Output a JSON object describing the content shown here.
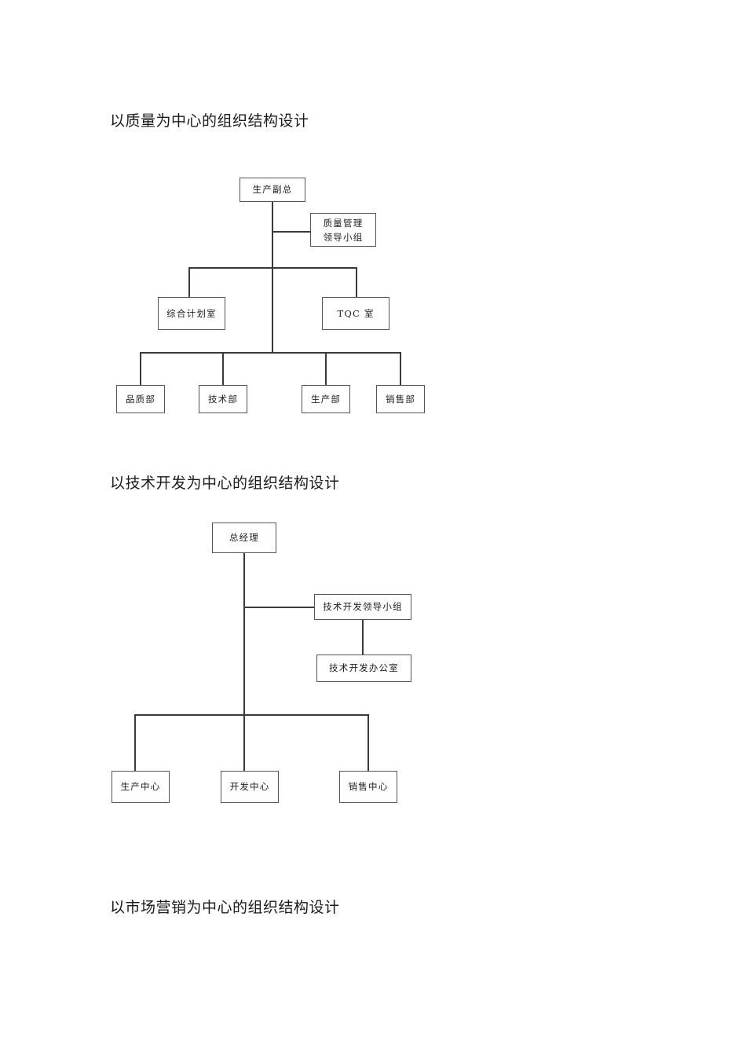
{
  "document": {
    "background": "#ffffff",
    "line_color": "#3a3a3a",
    "box_border_color": "#555555",
    "text_color": "#1c1c1c"
  },
  "sections": [
    {
      "title": "以质量为中心的组织结构设计",
      "chart_data": {
        "type": "diagram",
        "title": "以质量为中心的组织结构设计",
        "nodes": [
          {
            "id": "n1",
            "label": "生产副总",
            "level": 0
          },
          {
            "id": "n2",
            "label": "质量管理\n领导小组",
            "level": 1
          },
          {
            "id": "n3",
            "label": "综合计划室",
            "level": 2
          },
          {
            "id": "n4",
            "label": "TQC 室",
            "level": 2
          },
          {
            "id": "n5",
            "label": "品质部",
            "level": 3
          },
          {
            "id": "n6",
            "label": "技术部",
            "level": 3
          },
          {
            "id": "n7",
            "label": "生产部",
            "level": 3
          },
          {
            "id": "n8",
            "label": "销售部",
            "level": 3
          }
        ],
        "edges": [
          {
            "from": "n1",
            "to": "n2"
          },
          {
            "from": "n1",
            "to": "n3"
          },
          {
            "from": "n1",
            "to": "n4"
          },
          {
            "from": "n1",
            "to": "n5"
          },
          {
            "from": "n1",
            "to": "n6"
          },
          {
            "from": "n1",
            "to": "n7"
          },
          {
            "from": "n1",
            "to": "n8"
          }
        ]
      },
      "nodes": {
        "root": "生产副总",
        "staff": "质量管理\n领导小组",
        "mid_left": "综合计划室",
        "mid_right": "TQC 室",
        "dept1": "品质部",
        "dept2": "技术部",
        "dept3": "生产部",
        "dept4": "销售部"
      }
    },
    {
      "title": "以技术开发为中心的组织结构设计",
      "chart_data": {
        "type": "diagram",
        "title": "以技术开发为中心的组织结构设计",
        "nodes": [
          {
            "id": "m1",
            "label": "总经理",
            "level": 0
          },
          {
            "id": "m2",
            "label": "技术开发领导小组",
            "level": 1
          },
          {
            "id": "m3",
            "label": "技术开发办公室",
            "level": 2
          },
          {
            "id": "m4",
            "label": "生产中心",
            "level": 3
          },
          {
            "id": "m5",
            "label": "开发中心",
            "level": 3
          },
          {
            "id": "m6",
            "label": "销售中心",
            "level": 3
          }
        ],
        "edges": [
          {
            "from": "m1",
            "to": "m2"
          },
          {
            "from": "m2",
            "to": "m3"
          },
          {
            "from": "m1",
            "to": "m4"
          },
          {
            "from": "m1",
            "to": "m5"
          },
          {
            "from": "m1",
            "to": "m6"
          }
        ]
      },
      "nodes": {
        "root": "总经理",
        "staff": "技术开发领导小组",
        "staff_sub": "技术开发办公室",
        "center1": "生产中心",
        "center2": "开发中心",
        "center3": "销售中心"
      }
    },
    {
      "title": "以市场营销为中心的组织结构设计"
    }
  ]
}
